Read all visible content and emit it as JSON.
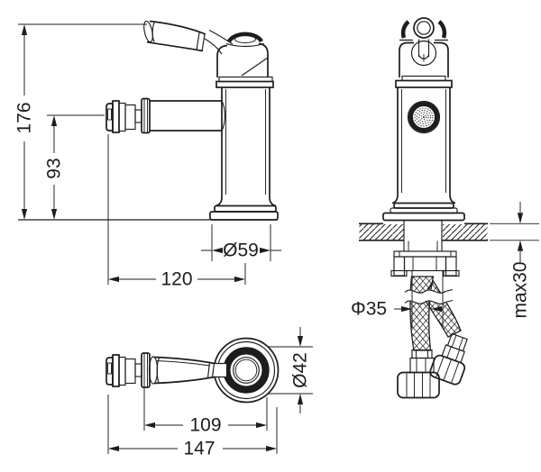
{
  "drawing": {
    "ink_color": "#1d1d1d",
    "background_color": "#ffffff",
    "dimensions": {
      "total_height": "176",
      "spout_height": "93",
      "spout_reach": "120",
      "base_diameter": "Ø59",
      "handle_rosette_diameter": "Ø42",
      "mounting_hole_diameter": "Φ35",
      "max_deck_thickness": "max30",
      "lever_reach": "109",
      "overall_depth": "147"
    }
  }
}
